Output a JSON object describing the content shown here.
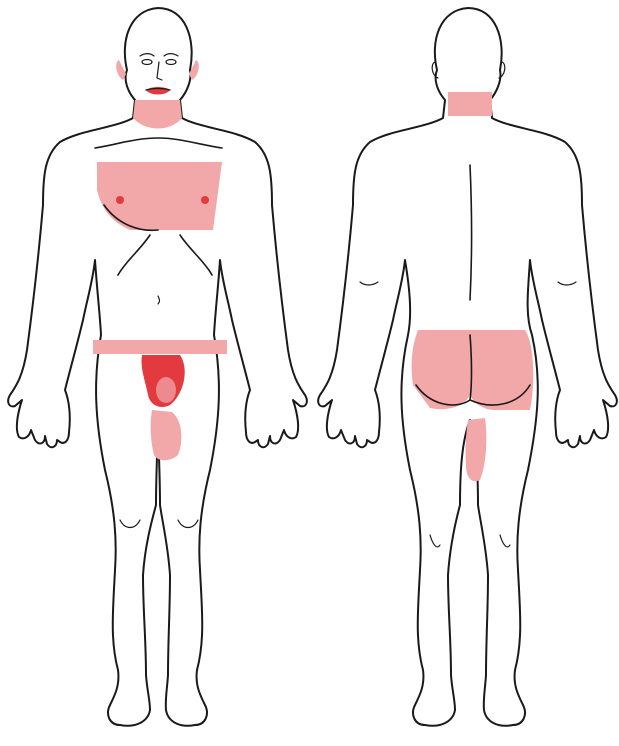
{
  "colors": {
    "background": "#ffffff",
    "outline": "#1a1a1a",
    "skin": "#ffffff",
    "highlight_light": "#f2a7a9",
    "highlight_medium": "#ec8a8d",
    "highlight_dark": "#e23a3e"
  },
  "figures": [
    {
      "view": "front",
      "highlighted_regions": [
        "neck",
        "lips",
        "chest",
        "waistband",
        "genitals",
        "upper-inner-thigh"
      ]
    },
    {
      "view": "back",
      "highlighted_regions": [
        "neck",
        "buttocks",
        "upper-back-thigh"
      ]
    }
  ]
}
